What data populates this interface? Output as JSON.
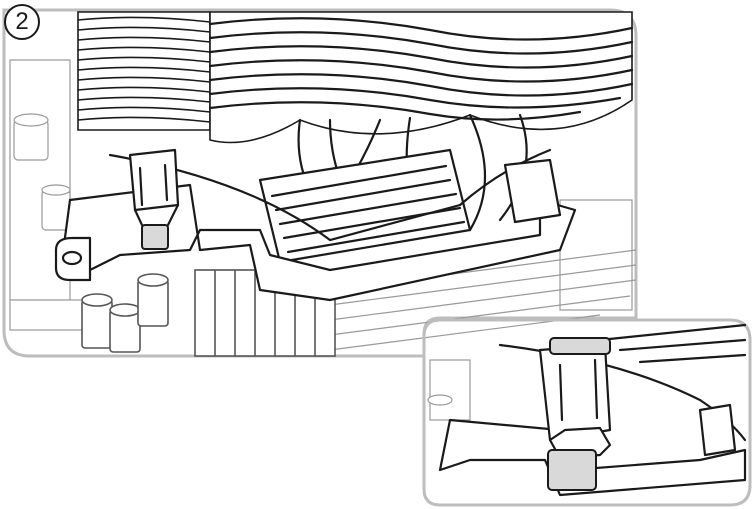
{
  "step": {
    "number": "2"
  },
  "colors": {
    "line": "#1a1a1a",
    "frame": "#bdbdbd",
    "detail": "#999999",
    "clip_fill": "#d9d9d9"
  },
  "icons": {
    "step": "circled-number",
    "zoom": "magnified-detail-view"
  }
}
